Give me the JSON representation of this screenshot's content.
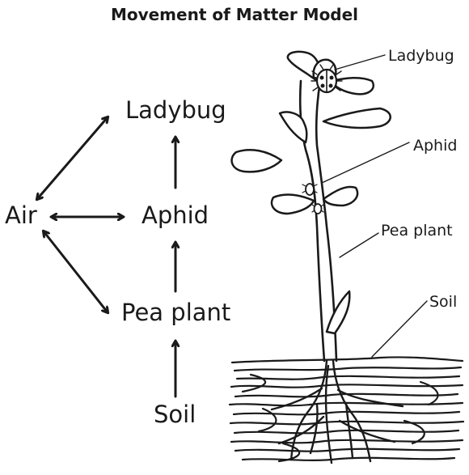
{
  "title": "Movement of Matter Model",
  "flow": {
    "air": "Air",
    "ladybug": "Ladybug",
    "aphid": "Aphid",
    "pea_plant": "Pea plant",
    "soil": "Soil"
  },
  "callouts": {
    "ladybug": "Ladybug",
    "aphid": "Aphid",
    "pea_plant": "Pea plant",
    "soil": "Soil"
  }
}
